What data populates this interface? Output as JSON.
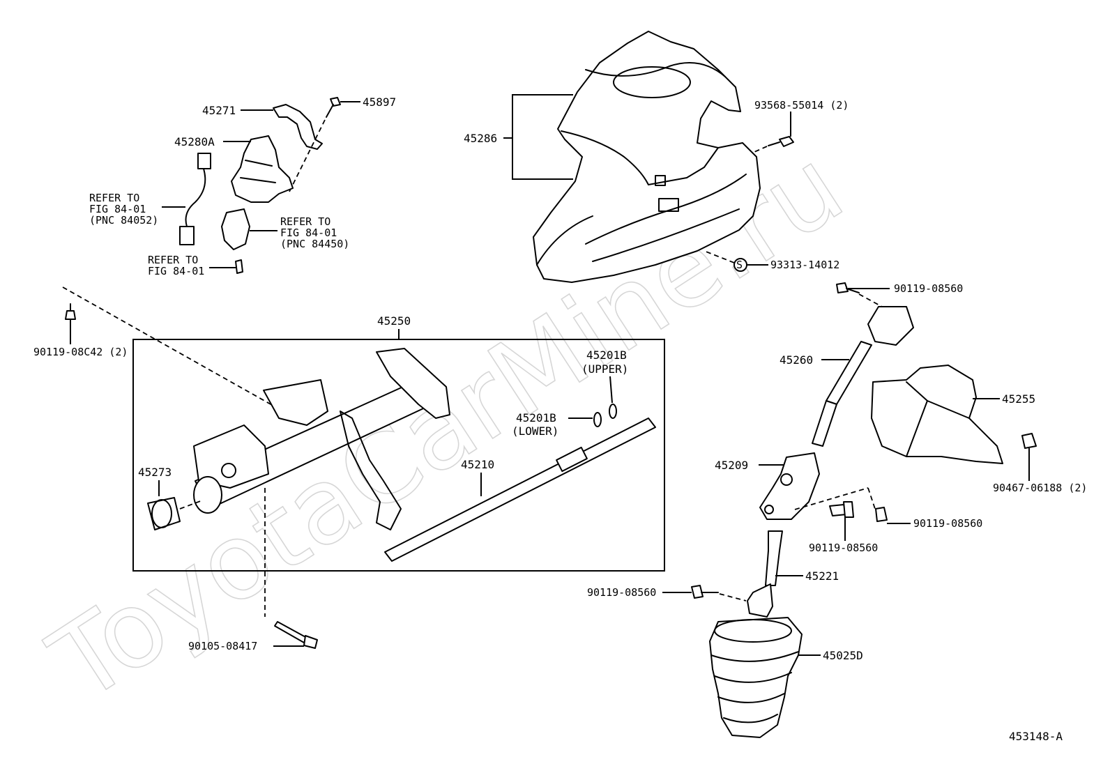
{
  "watermark": "ToyotaCarMine.ru",
  "figure_number": "453148-A",
  "labels": {
    "p45271": "45271",
    "p45897": "45897",
    "p45280A": "45280A",
    "refer1_l1": "REFER TO",
    "refer1_l2": "FIG 84-01",
    "refer1_l3": "(PNC 84052)",
    "refer2_l1": "REFER TO",
    "refer2_l2": "FIG 84-01",
    "refer2_l3": "(PNC 84450)",
    "refer3_l1": "REFER TO",
    "refer3_l2": "FIG 84-01",
    "p45286": "45286",
    "p93568": "93568-55014 (2)",
    "p93313": "93313-14012",
    "p90119_top": "90119-08560",
    "p45250": "45250",
    "p90119_08C42": "90119-08C42 (2)",
    "p45201B_upper": "45201B",
    "upper": "(UPPER)",
    "p45201B_lower": "45201B",
    "lower": "(LOWER)",
    "p45210": "45210",
    "p45273": "45273",
    "p45260": "45260",
    "p45255": "45255",
    "p45209": "45209",
    "p90467": "90467-06188 (2)",
    "p90119_right": "90119-08560",
    "p90119_mid": "90119-08560",
    "p45221": "45221",
    "p90119_left": "90119-08560",
    "p45025D": "45025D",
    "p90105": "90105-08417"
  }
}
